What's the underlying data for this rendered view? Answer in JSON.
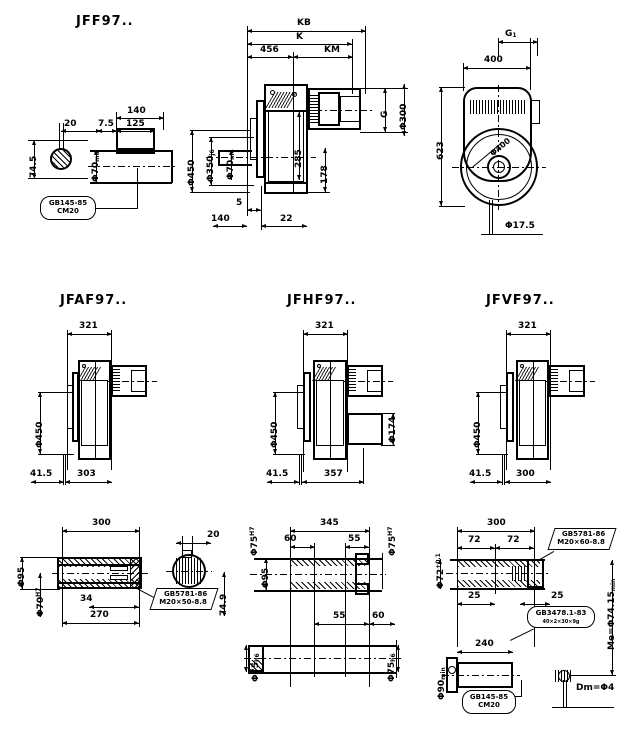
{
  "drawing": {
    "title_note": "Gearbox dimensional drawing sheet, JFF97 series",
    "views": [
      {
        "id": "jff97",
        "title": "JFF97..",
        "labels": [
          "KB",
          "K",
          "456",
          "KM",
          "G",
          "Φ300",
          "285",
          "178",
          "Φ450",
          "Φ350 j6",
          "Φ70 m6",
          "5",
          "140",
          "22",
          "140",
          "125",
          "7.5",
          "20",
          "74.5",
          "Φ70 m6",
          "G₁",
          "400",
          "623",
          "Φ400",
          "Φ17.5"
        ],
        "callout": {
          "line1": "GB145-85",
          "line2": "CM20"
        }
      },
      {
        "id": "jfaf97",
        "title": "JFAF97..",
        "labels": [
          "321",
          "Φ450",
          "41.5",
          "303"
        ]
      },
      {
        "id": "jfhf97",
        "title": "JFHF97..",
        "labels": [
          "321",
          "Φ450",
          "Φ174",
          "41.5",
          "357"
        ]
      },
      {
        "id": "jfvf97",
        "title": "JFVF97..",
        "labels": [
          "321",
          "Φ450",
          "41.5",
          "300"
        ]
      },
      {
        "id": "detail-a",
        "labels": [
          "300",
          "Φ95",
          "Φ70 H7",
          "34",
          "270",
          "20",
          "74.9"
        ],
        "callout": {
          "line1": "GB5781-86",
          "line2": "M20×50-8.8"
        }
      },
      {
        "id": "detail-b",
        "labels": [
          "345",
          "60",
          "55",
          "55",
          "60",
          "Φ75 H7",
          "Φ75 H7",
          "Φ95",
          "Φ75 h6",
          "Φ75 h6"
        ]
      },
      {
        "id": "detail-c",
        "labels": [
          "300",
          "72",
          "72",
          "25",
          "25",
          "240",
          "Φ72 +0.1",
          "Φ90 min",
          "Me=Φ74.15 min",
          "Dm=Φ4"
        ],
        "callouts": [
          {
            "line1": "GB5781-86",
            "line2": "M20×60-8.8"
          },
          {
            "line1": "GB3478.1-83",
            "line2": "40×2×30×9g"
          },
          {
            "line1": "GB145-85",
            "line2": "CM20"
          }
        ]
      }
    ]
  },
  "jff97": {
    "title": "JFF97..",
    "d_kb": "KB",
    "d_k": "K",
    "d_456": "456",
    "d_km": "KM",
    "d_g": "G",
    "d_phi300": "Φ300",
    "d_285": "285",
    "d_178": "178",
    "d_phi450": "Φ450",
    "d_phi350": "Φ350",
    "sub_j6": "j6",
    "d_phi70": "Φ70",
    "sub_m6": "m6",
    "d_5": "5",
    "d_140b": "140",
    "d_22": "22",
    "d_140t": "140",
    "d_125": "125",
    "d_75": "7.5",
    "d_20": "20",
    "d_745": "74.5",
    "d_phi70l": "Φ70",
    "sub_m6l": "m6",
    "callout1": "GB145-85",
    "callout2": "CM20",
    "d_g1": "G",
    "sub_g1": "1",
    "d_400": "400",
    "d_623": "623",
    "d_phi400": "Φ400",
    "d_phi175": "Φ17.5"
  },
  "jfaf97": {
    "title": "JFAF97..",
    "d_321": "321",
    "d_phi450": "Φ450",
    "d_415": "41.5",
    "d_303": "303"
  },
  "jfhf97": {
    "title": "JFHF97..",
    "d_321": "321",
    "d_phi450": "Φ450",
    "d_phi174": "Φ174",
    "d_415": "41.5",
    "d_357": "357"
  },
  "jfvf97": {
    "title": "JFVF97..",
    "d_321": "321",
    "d_phi450": "Φ450",
    "d_415": "41.5",
    "d_300": "300"
  },
  "detail_a": {
    "d_300": "300",
    "d_phi95": "Φ95",
    "d_phi70": "Φ70",
    "sup_h7": "H7",
    "d_34": "34",
    "d_270": "270",
    "d_20": "20",
    "d_749": "74.9",
    "callout1": "GB5781-86",
    "callout2": "M20×50-8.8"
  },
  "detail_b": {
    "d_345": "345",
    "d_60t": "60",
    "d_55t": "55",
    "d_55b": "55",
    "d_60b": "60",
    "d_phi75l": "Φ75",
    "sup_h7l": "H7",
    "d_phi75r": "Φ75",
    "sup_h7r": "H7",
    "d_phi95": "Φ95",
    "d_phi75bl": "Φ75",
    "sub_h6bl": "h6",
    "d_phi75br": "Φ75",
    "sub_h6br": "h6"
  },
  "detail_c": {
    "d_300": "300",
    "d_72a": "72",
    "d_72b": "72",
    "d_25a": "25",
    "d_25b": "25",
    "d_240": "240",
    "d_phi72": "Φ72",
    "sup_tol": "+0.1",
    "d_phi90": "Φ90",
    "sub_min": "min",
    "d_me": "Me=Φ74.15",
    "sub_memin": "min",
    "d_dm": "Dm=Φ4",
    "callout_a1": "GB5781-86",
    "callout_a2": "M20×60-8.8",
    "callout_b1": "GB3478.1-83",
    "callout_b2": "40×2×30×9g",
    "callout_c1": "GB145-85",
    "callout_c2": "CM20"
  }
}
